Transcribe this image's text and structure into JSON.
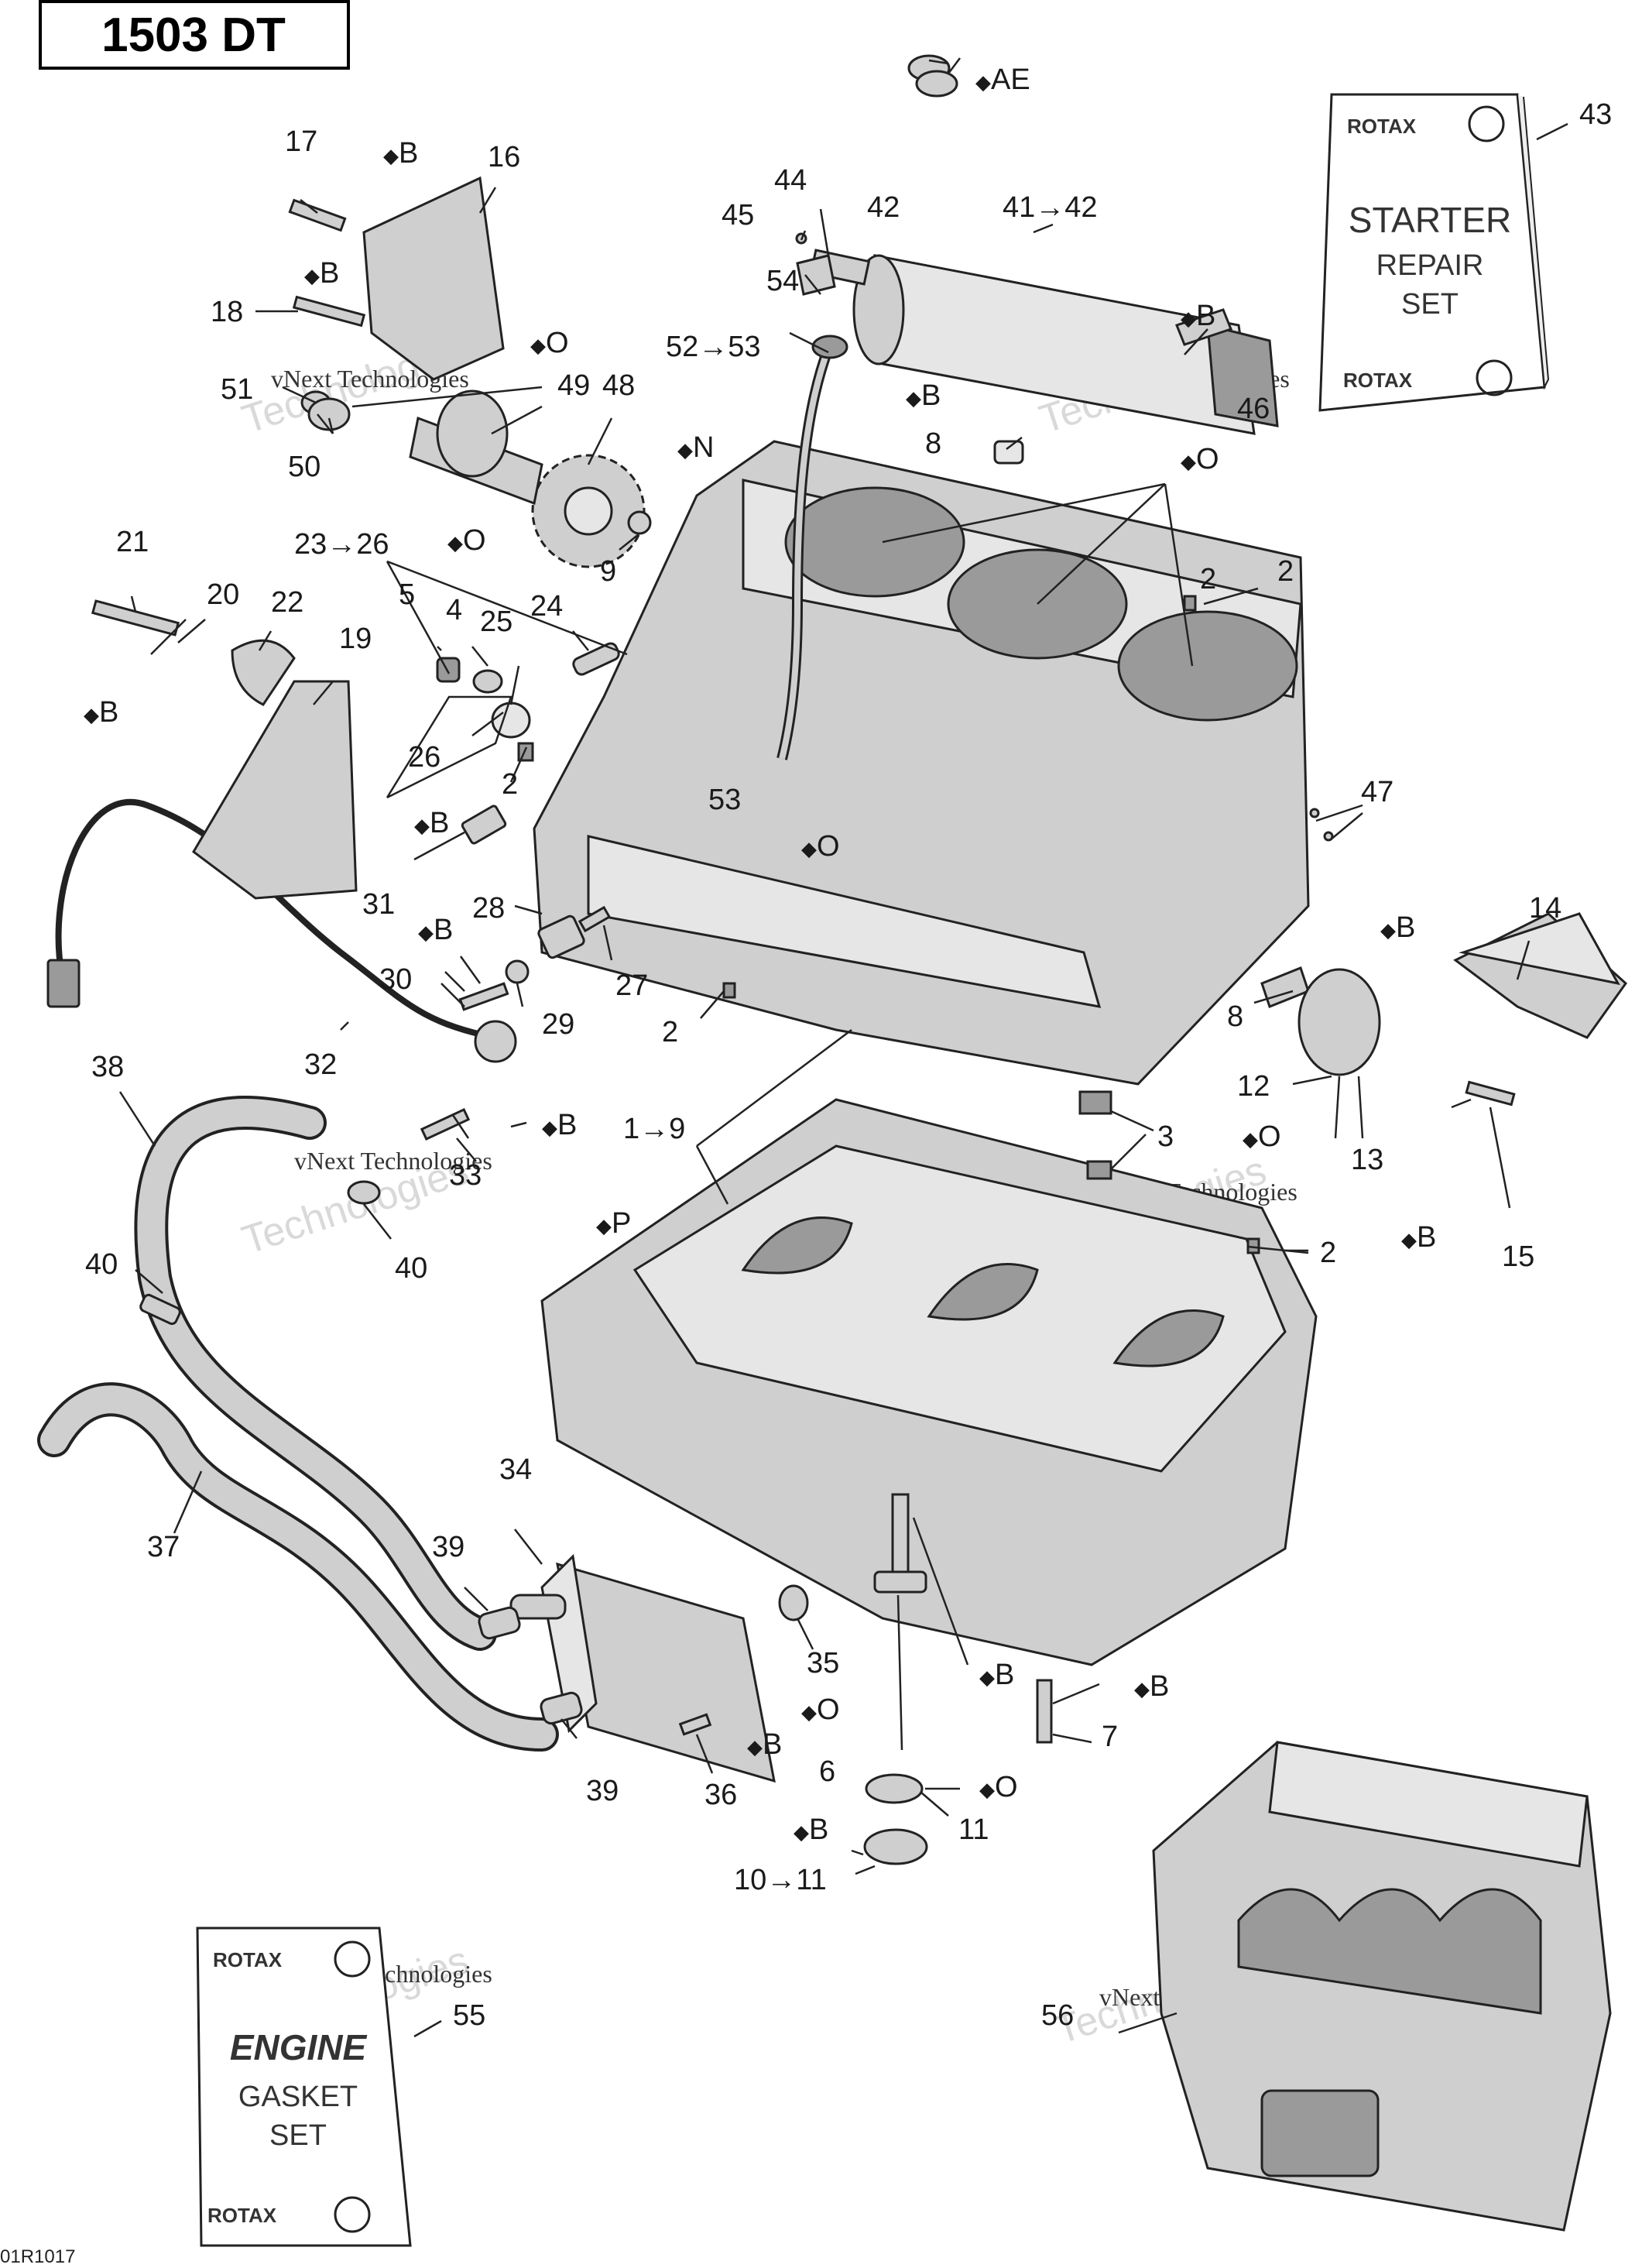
{
  "title": "1503 DT",
  "drawing_code": "01R1017",
  "watermark": {
    "line1": "vNext Technologies",
    "line2": "vNext",
    "line3": "Technologies"
  },
  "kits": {
    "starter": {
      "brand": "ROTAX",
      "line1": "STARTER",
      "line2": "REPAIR",
      "line3": "SET",
      "ref": "43"
    },
    "engine": {
      "brand": "ROTAX",
      "line1": "ENGINE",
      "line2": "GASKET",
      "line3": "SET",
      "ref": "55"
    }
  },
  "callouts": [
    {
      "text": "1→9"
    },
    {
      "text": "2"
    },
    {
      "text": "2"
    },
    {
      "text": "2"
    },
    {
      "text": "2"
    },
    {
      "text": "2"
    },
    {
      "text": "3"
    },
    {
      "text": "4"
    },
    {
      "text": "5"
    },
    {
      "text": "6"
    },
    {
      "text": "7"
    },
    {
      "text": "8"
    },
    {
      "text": "8"
    },
    {
      "text": "9"
    },
    {
      "text": "10→11"
    },
    {
      "text": "11"
    },
    {
      "text": "12"
    },
    {
      "text": "13"
    },
    {
      "text": "14"
    },
    {
      "text": "15"
    },
    {
      "text": "16"
    },
    {
      "text": "17"
    },
    {
      "text": "18"
    },
    {
      "text": "19"
    },
    {
      "text": "20"
    },
    {
      "text": "21"
    },
    {
      "text": "22"
    },
    {
      "text": "23→26"
    },
    {
      "text": "24"
    },
    {
      "text": "25"
    },
    {
      "text": "26"
    },
    {
      "text": "27"
    },
    {
      "text": "28"
    },
    {
      "text": "29"
    },
    {
      "text": "30"
    },
    {
      "text": "31"
    },
    {
      "text": "32"
    },
    {
      "text": "33"
    },
    {
      "text": "34"
    },
    {
      "text": "35"
    },
    {
      "text": "36"
    },
    {
      "text": "37"
    },
    {
      "text": "38"
    },
    {
      "text": "39"
    },
    {
      "text": "39"
    },
    {
      "text": "40"
    },
    {
      "text": "40"
    },
    {
      "text": "41→42"
    },
    {
      "text": "42"
    },
    {
      "text": "44"
    },
    {
      "text": "45"
    },
    {
      "text": "46"
    },
    {
      "text": "47"
    },
    {
      "text": "48"
    },
    {
      "text": "49"
    },
    {
      "text": "50"
    },
    {
      "text": "51"
    },
    {
      "text": "52→53"
    },
    {
      "text": "53"
    },
    {
      "text": "54"
    },
    {
      "text": "56"
    }
  ],
  "lubricants": [
    {
      "code": "AE"
    },
    {
      "code": "B"
    },
    {
      "code": "B"
    },
    {
      "code": "O"
    },
    {
      "code": "B"
    },
    {
      "code": "B"
    },
    {
      "code": "N"
    },
    {
      "code": "O"
    },
    {
      "code": "O"
    },
    {
      "code": "B"
    },
    {
      "code": "B"
    },
    {
      "code": "O"
    },
    {
      "code": "B"
    },
    {
      "code": "B"
    },
    {
      "code": "B"
    },
    {
      "code": "O"
    },
    {
      "code": "B"
    },
    {
      "code": "P"
    },
    {
      "code": "B"
    },
    {
      "code": "B"
    },
    {
      "code": "O"
    },
    {
      "code": "B"
    },
    {
      "code": "O"
    },
    {
      "code": "B"
    }
  ]
}
